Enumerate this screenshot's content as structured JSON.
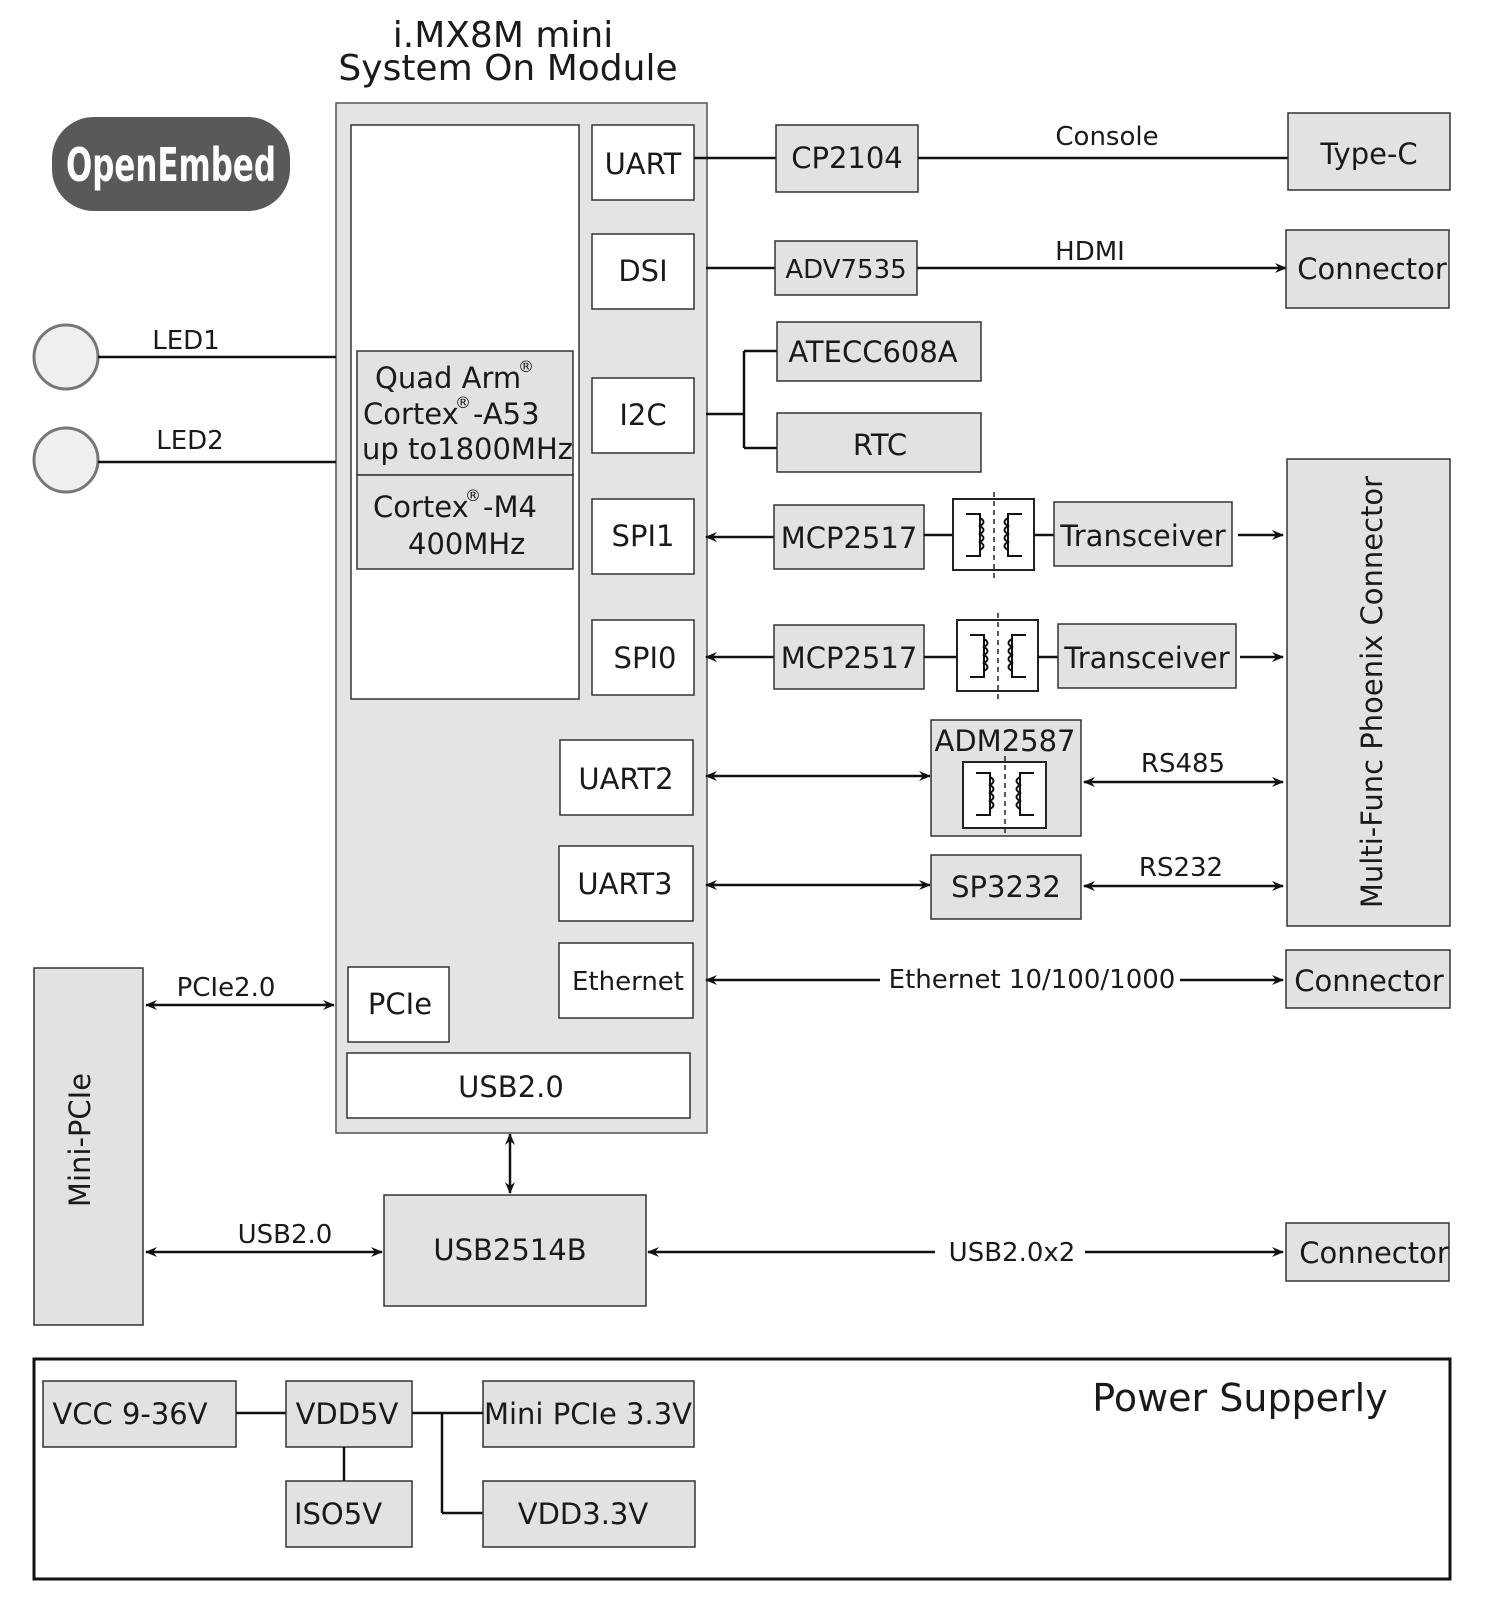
{
  "som": {
    "title_line1": "i.MX8M mini",
    "title_line2": "System On Module"
  },
  "logo": {
    "text": "OpenEmbed"
  },
  "cpu": {
    "a53_l1": "Quad Arm",
    "a53_l2": "Cortex",
    "a53_l2b": "-A53",
    "a53_l3": "up to1800MHz",
    "m4_l1": "Cortex",
    "m4_l1b": "-M4",
    "m4_l2": "400MHz",
    "reg": "®"
  },
  "interfaces": {
    "uart": "UART",
    "dsi": "DSI",
    "i2c": "I2C",
    "spi1": "SPI1",
    "spi0": "SPI0",
    "uart2": "UART2",
    "uart3": "UART3",
    "ethernet": "Ethernet",
    "pcie": "PCIe",
    "usb": "USB2.0"
  },
  "leds": {
    "led1": "LED1",
    "led2": "LED2"
  },
  "chips": {
    "cp2104": "CP2104",
    "adv7535": "ADV7535",
    "atecc": "ATECC608A",
    "rtc": "RTC",
    "mcp1": "MCP2517",
    "mcp2": "MCP2517",
    "trans1": "Transceiver",
    "trans2": "Transceiver",
    "adm": "ADM2587",
    "sp3232": "SP3232",
    "usbhub": "USB2514B"
  },
  "connectors": {
    "typec": "Type-C",
    "hdmi_conn": "Connector",
    "phoenix": "Multi-Func Phoenix Connector",
    "eth_conn": "Connector",
    "usb_conn": "Connector",
    "minipcie": "Mini-PCIe"
  },
  "links": {
    "console": "Console",
    "hdmi": "HDMI",
    "rs485": "RS485",
    "rs232": "RS232",
    "ethernet": "Ethernet 10/100/1000",
    "pcie": "PCIe2.0",
    "usb_mini": "USB2.0",
    "usb_x2": "USB2.0x2"
  },
  "power": {
    "title": "Power Supperly",
    "vcc": "VCC 9-36V",
    "vdd5": "VDD5V",
    "iso5": "ISO5V",
    "minipcie33": "Mini PCIe 3.3V",
    "vdd33": "VDD3.3V"
  },
  "colors": {
    "box_fill": "#e2e2e2",
    "logo_fill": "#595959"
  }
}
